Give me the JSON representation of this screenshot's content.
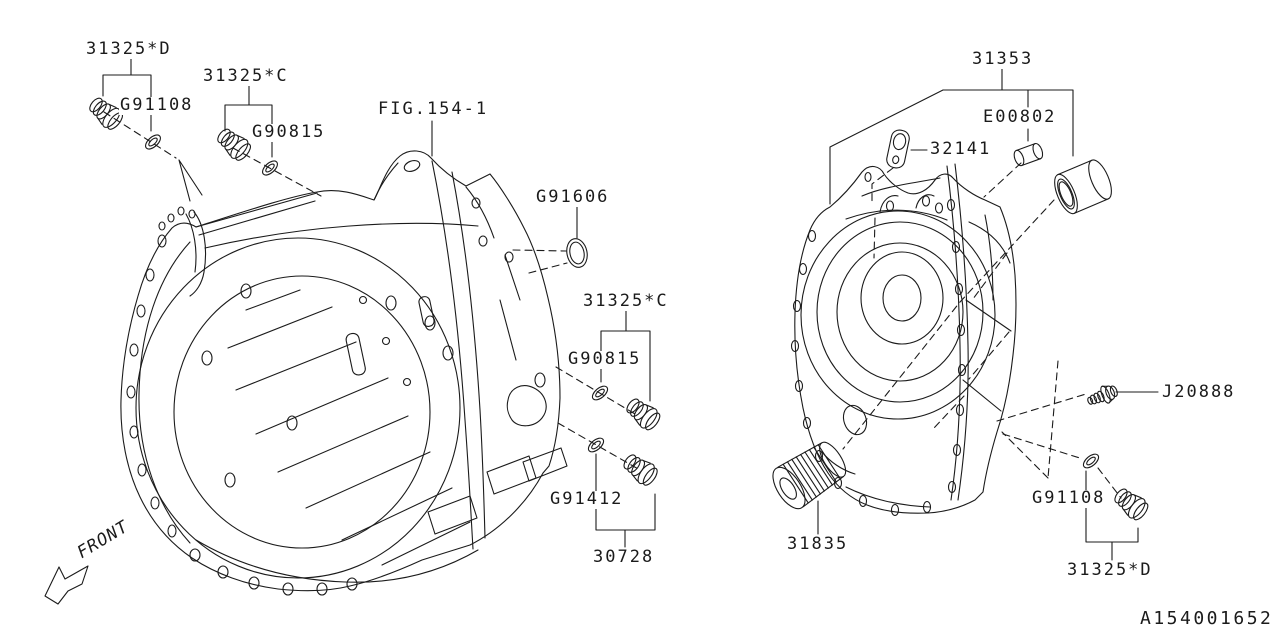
{
  "diagram": {
    "figure_ref": "FIG.154-1",
    "orientation": "FRONT",
    "sheet_code": "A154001652",
    "ink_color": "#1b1b1b",
    "background_color": "#ffffff"
  },
  "callouts": [
    {
      "id": "plug-31325-d-left",
      "text": "31325*D"
    },
    {
      "id": "gasket-g91108-left",
      "text": "G91108"
    },
    {
      "id": "plug-31325-c-left",
      "text": "31325*C"
    },
    {
      "id": "gasket-g90815-left",
      "text": "G90815"
    },
    {
      "id": "o-ring-g91606",
      "text": "G91606"
    },
    {
      "id": "plug-31325-c-mid",
      "text": "31325*C"
    },
    {
      "id": "gasket-g90815-mid",
      "text": "G90815"
    },
    {
      "id": "gasket-g91412",
      "text": "G91412"
    },
    {
      "id": "plug-30728",
      "text": "30728"
    },
    {
      "id": "bushing-31353",
      "text": "31353"
    },
    {
      "id": "pin-e00802",
      "text": "E00802"
    },
    {
      "id": "plate-32141",
      "text": "32141"
    },
    {
      "id": "bolt-j20888",
      "text": "J20888"
    },
    {
      "id": "gasket-g91108-right",
      "text": "G91108"
    },
    {
      "id": "strainer-31835",
      "text": "31835"
    },
    {
      "id": "plug-31325-d-right",
      "text": "31325*D"
    }
  ]
}
